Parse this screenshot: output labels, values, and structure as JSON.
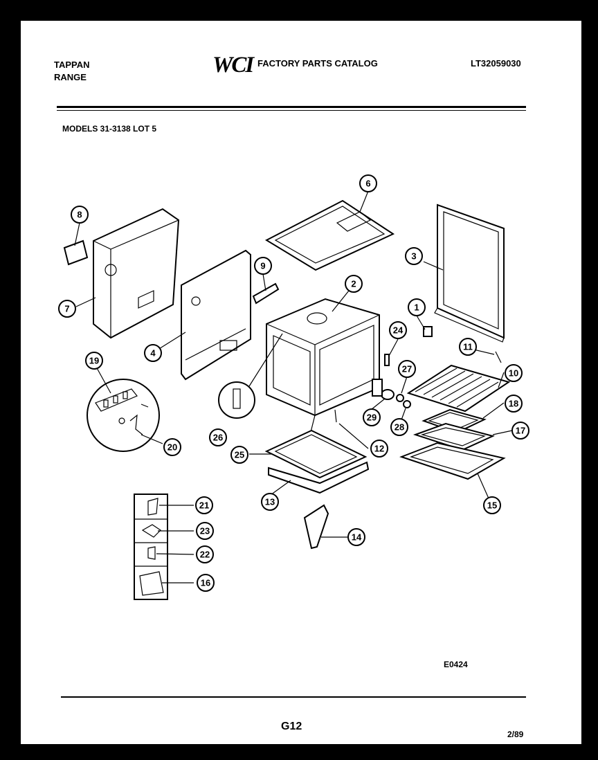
{
  "header": {
    "brand": "TAPPAN",
    "product": "RANGE",
    "logo": "WCI",
    "catalog_title": "FACTORY PARTS CATALOG",
    "catalog_number": "LT32059030"
  },
  "models_line": "MODELS 31-3138 LOT 5",
  "diagram": {
    "callouts": [
      "1",
      "2",
      "3",
      "4",
      "6",
      "7",
      "8",
      "9",
      "10",
      "11",
      "12",
      "13",
      "14",
      "15",
      "16",
      "17",
      "18",
      "19",
      "20",
      "21",
      "22",
      "23",
      "24",
      "25",
      "26",
      "27",
      "28",
      "29"
    ],
    "figure_code": "E0424"
  },
  "footer": {
    "page": "G12",
    "date": "2/89"
  }
}
